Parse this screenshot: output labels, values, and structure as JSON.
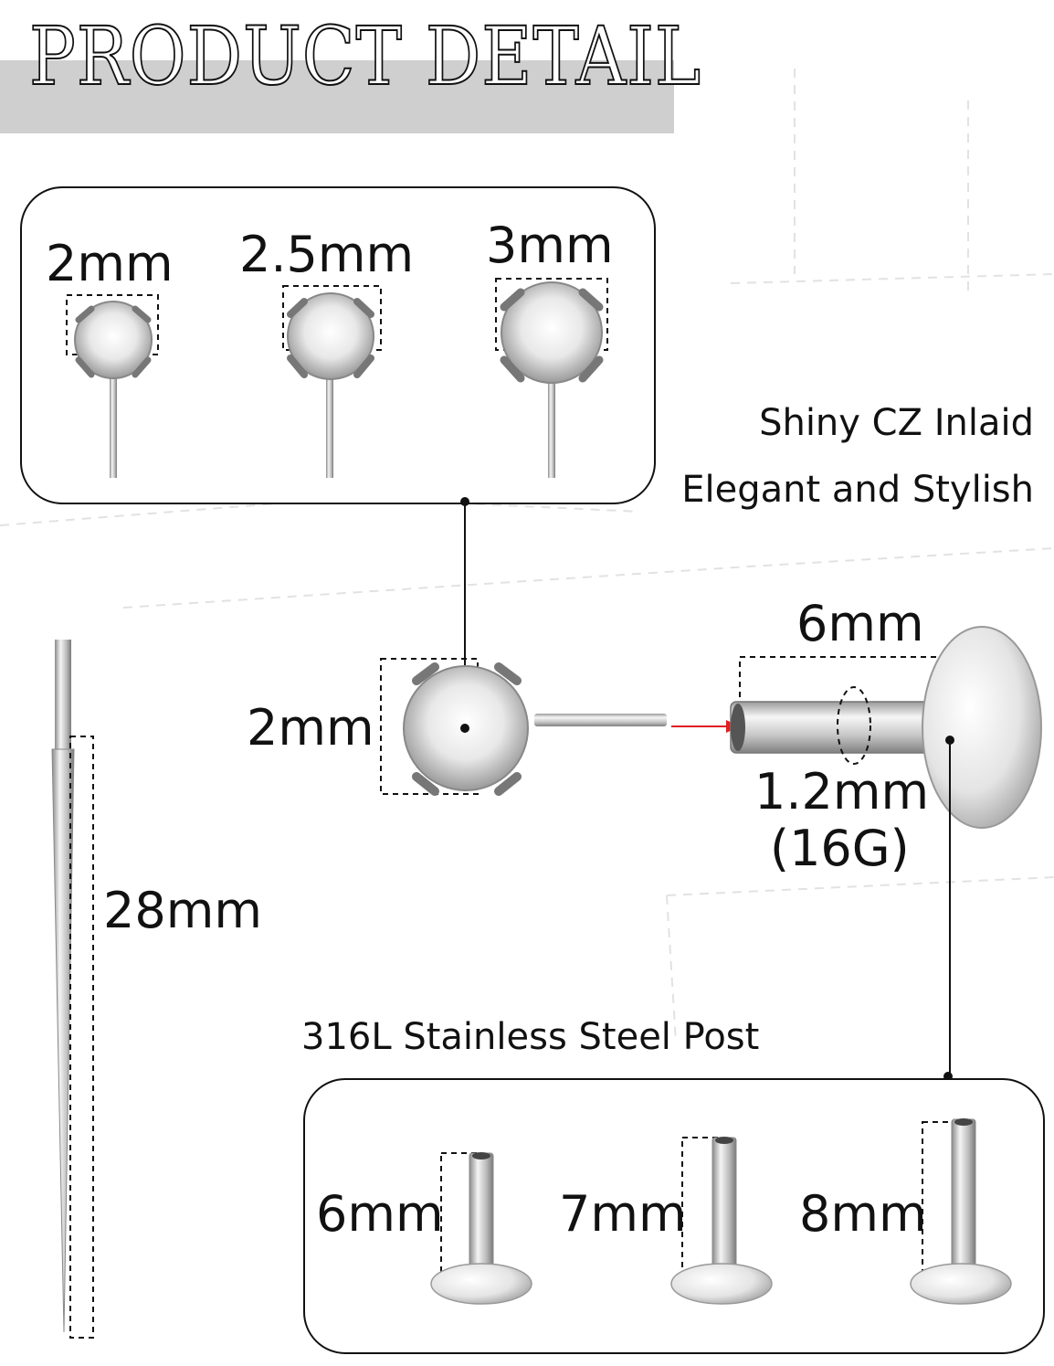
{
  "title": "PRODUCT DETAIL",
  "top_sizes": [
    "2mm",
    "2.5mm",
    "3mm"
  ],
  "features": [
    "Shiny CZ Inlaid",
    "Elegant and Stylish"
  ],
  "stud_diameter": "2mm",
  "post_length": "6mm",
  "gauge": {
    "thickness": "1.2mm",
    "gauge_label": "(16G)"
  },
  "pin_length": "28mm",
  "post_material": "316L Stainless Steel Post",
  "post_sizes": [
    "6mm",
    "7mm",
    "8mm"
  ],
  "colors": {
    "outline": "#111111",
    "arrow": "#e02020",
    "band": "#cfcfcf"
  },
  "icons": [
    "cz-stone-icon",
    "flat-back-post-icon",
    "taper-pin-icon"
  ]
}
